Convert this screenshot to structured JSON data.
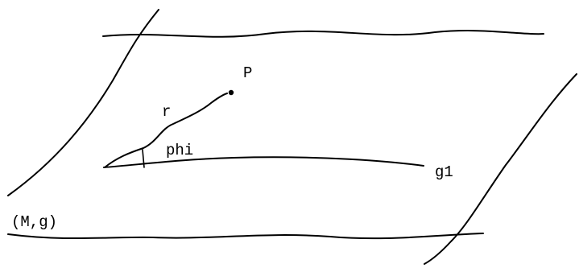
{
  "diagram": {
    "labels": {
      "point": "P",
      "radius": "r",
      "angle": "phi",
      "geodesic": "g1",
      "manifold": "(M,g)"
    },
    "colors": {
      "stroke": "#000000",
      "background": "#ffffff"
    }
  }
}
